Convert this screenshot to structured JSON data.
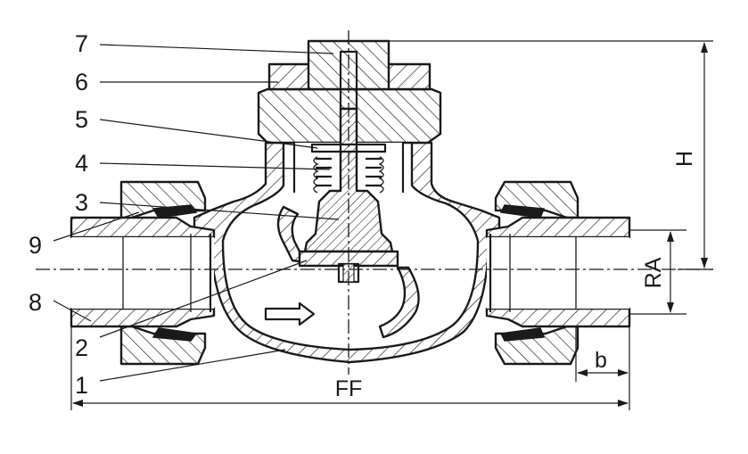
{
  "drawing": {
    "part_numbers": [
      "1",
      "2",
      "3",
      "4",
      "5",
      "6",
      "7",
      "8",
      "9"
    ],
    "dimensions": {
      "height": "H",
      "face_to_face": "FF",
      "thread": "RA",
      "length_b": "b"
    }
  }
}
